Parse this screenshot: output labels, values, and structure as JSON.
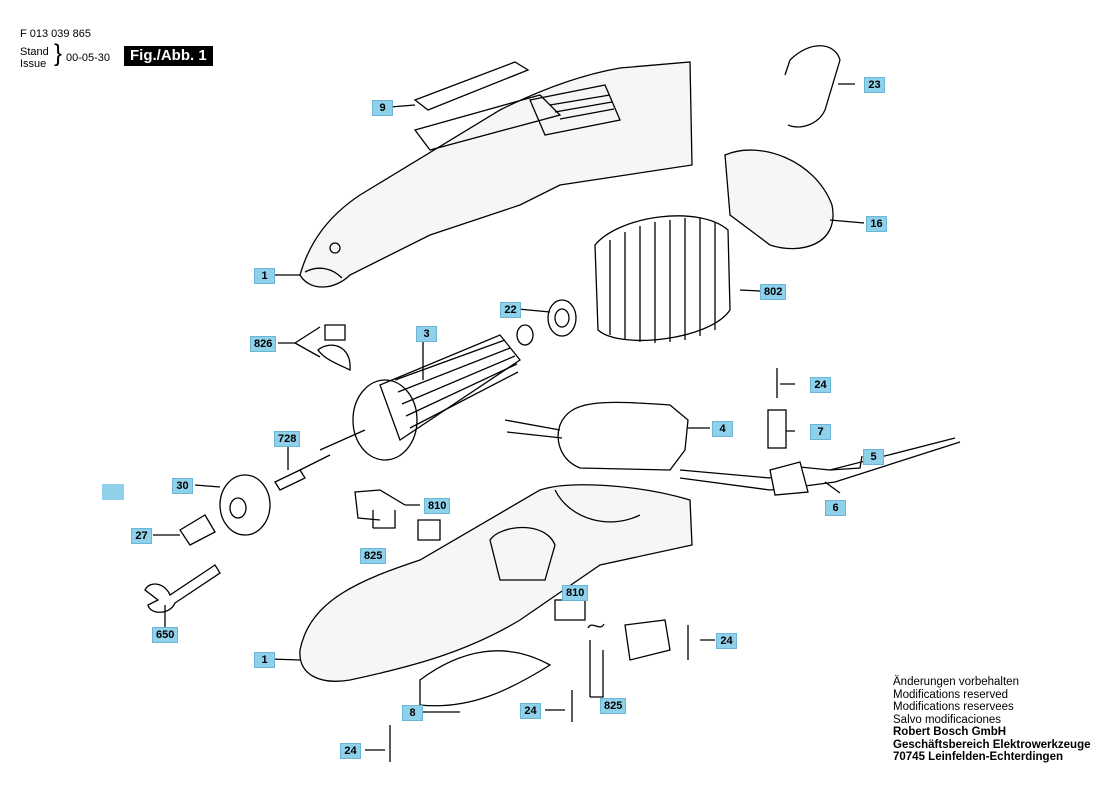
{
  "header": {
    "doc_number": "F 013 039 865",
    "stand": "Stand",
    "issue": "Issue",
    "date": "00-05-30",
    "figure": "Fig./Abb. 1"
  },
  "labels": {
    "p9": "9",
    "p23": "23",
    "p16": "16",
    "p1a": "1",
    "p802": "802",
    "p22": "22",
    "p826": "826",
    "p3": "3",
    "p24a": "24",
    "p7": "7",
    "p4": "4",
    "p728": "728",
    "p5": "5",
    "p30": "30",
    "p810a": "810",
    "p6": "6",
    "p27": "27",
    "p825a": "825",
    "p810b": "810",
    "p650": "650",
    "p24b": "24",
    "p1b": "1",
    "p8": "8",
    "p24c": "24",
    "p825b": "825",
    "p24d": "24"
  },
  "footer": {
    "line1": "Änderungen vorbehalten",
    "line2": "Modifications reserved",
    "line3": "Modifications reservees",
    "line4": "Salvo modificaciones",
    "line5": "Robert Bosch GmbH",
    "line6": "Geschäftsbereich Elektrowerkzeuge",
    "line7": "70745 Leinfelden-Echterdingen"
  }
}
